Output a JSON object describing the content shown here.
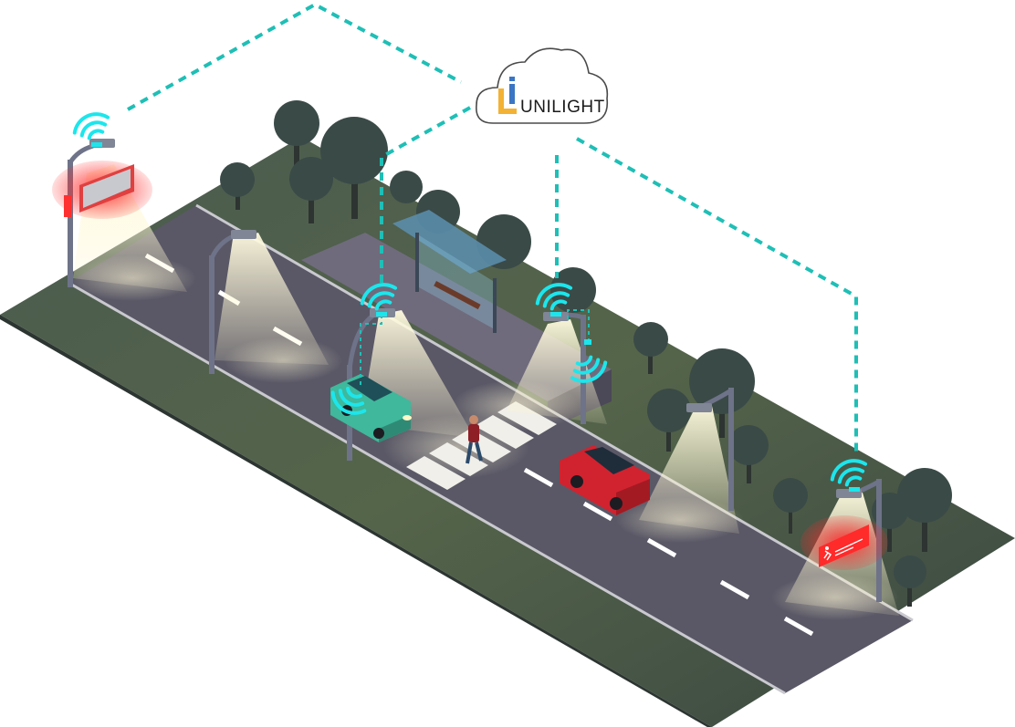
{
  "brand": {
    "name": "UNILIGHT",
    "logo_initial": "U",
    "colors": {
      "logo_yellow": "#f3b234",
      "logo_blue": "#3a76c4",
      "link_teal": "#1ebfb6",
      "wifi_cyan": "#1ce6ec",
      "alert_red": "#ff2a2a"
    }
  },
  "scene": {
    "ground_color": "#3f4d46",
    "road_color": "#575462",
    "lane_mark_color": "#ffffff",
    "light_cone_color": "#fff6cf",
    "tree_color": "#3a4a47",
    "vehicles": [
      {
        "name": "green-car",
        "color": "#3fb89b"
      },
      {
        "name": "red-car",
        "color": "#d1232f"
      }
    ],
    "signs": [
      {
        "name": "left-warning-sign",
        "icon": "blank-display"
      },
      {
        "name": "right-pedestrian-sign",
        "icon": "running-man-icon"
      }
    ]
  }
}
